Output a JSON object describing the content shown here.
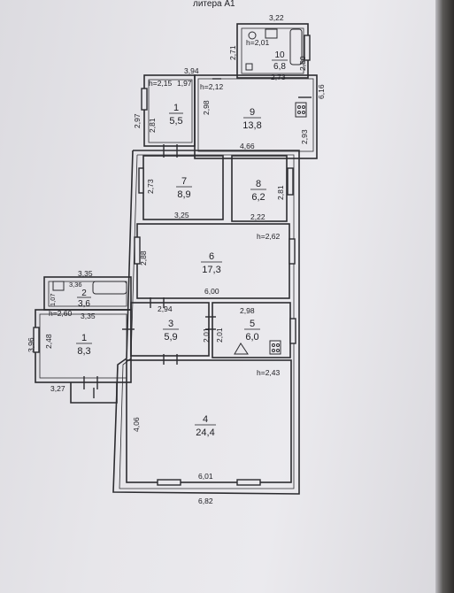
{
  "header_fragment": "литера А1",
  "rooms": [
    {
      "key": "r1_upper",
      "number": "1",
      "area": "5,5"
    },
    {
      "key": "r9",
      "number": "9",
      "area": "13,8"
    },
    {
      "key": "r10",
      "number": "10",
      "area": "6,8"
    },
    {
      "key": "r7",
      "number": "7",
      "area": "8,9"
    },
    {
      "key": "r8",
      "number": "8",
      "area": "6,2"
    },
    {
      "key": "r6",
      "number": "6",
      "area": "17,3"
    },
    {
      "key": "r2",
      "number": "2",
      "area": "3,6"
    },
    {
      "key": "r1_left",
      "number": "1",
      "area": "8,3"
    },
    {
      "key": "r3",
      "number": "3",
      "area": "5,9"
    },
    {
      "key": "r5",
      "number": "5",
      "area": "6,0"
    },
    {
      "key": "r4",
      "number": "4",
      "area": "24,4"
    }
  ],
  "dimensions": [
    "3,22",
    "h=2,01",
    "2,71",
    "2,50",
    "3,94",
    "h=2,15",
    "1,97",
    "h=2,12",
    "2,73",
    "6,16",
    "2,98",
    "2,97",
    "2,81",
    "2,93",
    "4,66",
    "2,73",
    "2,81",
    "3,25",
    "2,22",
    "h=2,62",
    "2,88",
    "6,00",
    "3,35",
    "3,36",
    "1,07",
    "h=2,60",
    "3,35",
    "2,94",
    "2,98",
    "3,96",
    "2,48",
    "2,01",
    "2,01",
    "3,27",
    "h=2,43",
    "4,06",
    "6,01",
    "6,82"
  ]
}
